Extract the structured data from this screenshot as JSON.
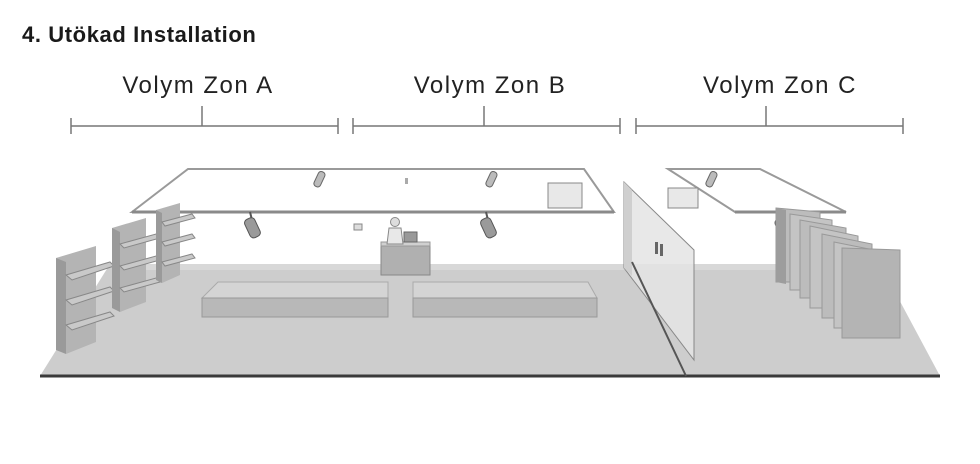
{
  "title": "4. Utökad Installation",
  "zones": [
    {
      "label": "Volym Zon A"
    },
    {
      "label": "Volym Zon B"
    },
    {
      "label": "Volym Zon C"
    }
  ],
  "colors": {
    "floor": "#cfcfcf",
    "floor_edge": "#3a3a3a",
    "ceiling_frame": "#9a9a9a",
    "shelf": "#b8b8b8",
    "platform": "#c2c2c2",
    "glass": "#e6e6e6",
    "bracket": "#777777"
  }
}
